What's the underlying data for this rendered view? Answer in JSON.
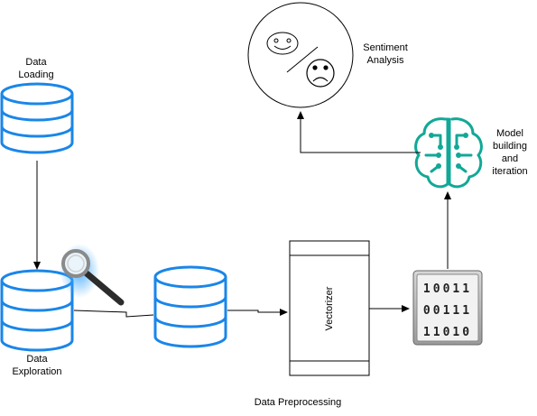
{
  "labels": {
    "data_loading": [
      "Data",
      "Loading"
    ],
    "data_exploration": [
      "Data",
      "Exploration"
    ],
    "data_preprocessing": "Data Preprocessing",
    "vectorizer": "Vectorizer",
    "sentiment_analysis": [
      "Sentiment",
      "Analysis"
    ],
    "model_building": [
      "Model",
      "building",
      "and",
      "iteration"
    ]
  },
  "binary_rows": [
    "10011",
    "00111",
    "11010"
  ],
  "colors": {
    "db_stroke": "#1a86e8",
    "brain": "#12a897",
    "line": "#000000"
  },
  "icons": {
    "magnifier": "magnifier-icon",
    "brain": "brain-circuit-icon",
    "binary": "binary-code-icon",
    "happy": "smiley-face-icon",
    "sad": "sad-face-icon"
  }
}
